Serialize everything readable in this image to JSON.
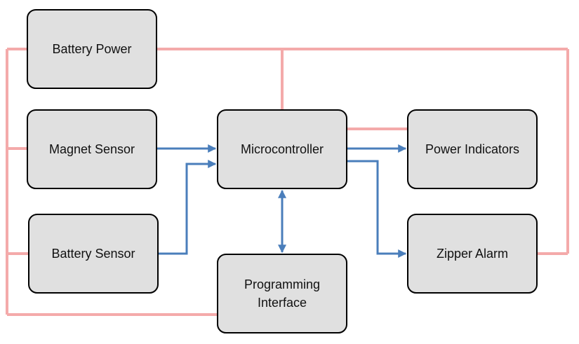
{
  "blocks": {
    "battery_power": "Battery Power",
    "magnet_sensor": "Magnet Sensor",
    "battery_sensor": "Battery Sensor",
    "microcontroller": "Microcontroller",
    "programming_interface": "Programming\nInterface",
    "power_indicators": "Power Indicators",
    "zipper_alarm": "Zipper Alarm"
  },
  "colors": {
    "power_line": "#f4aaaa",
    "signal_line": "#4a7ebb",
    "block_fill": "#e0e0e0",
    "block_border": "#000000"
  }
}
